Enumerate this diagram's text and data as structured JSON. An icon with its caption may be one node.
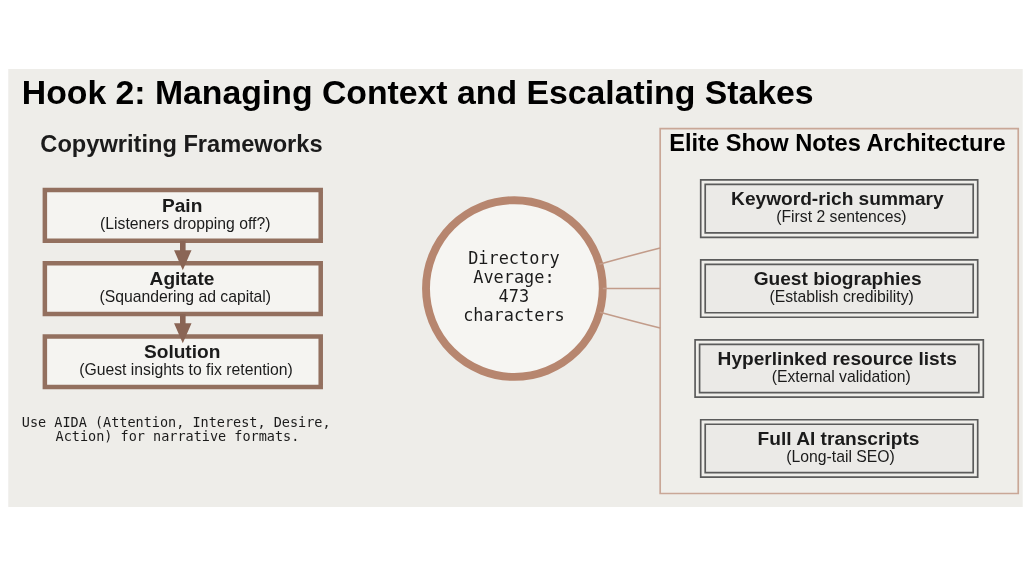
{
  "diagram": {
    "title": "Hook 2: Managing Context and Escalating Stakes",
    "nodes": [
      {
        "text": [
          "Pain",
          "(Listeners dropping off?)"
        ]
      },
      {
        "text": [
          "Agitate",
          "(Squandering ad capital)"
        ]
      },
      {
        "text": [
          "Solution",
          "(Guest insights to fix retention)"
        ]
      },
      {
        "text": [
          "Directory Average: 473 characters"
        ]
      },
      {
        "text": [
          "Elite Show Notes Architecture"
        ]
      },
      {
        "text": [
          "Keyword-rich summary",
          "(First 2 sentences)"
        ],
        "in": 4
      },
      {
        "text": [
          "Guest biographies",
          "(Establish credibility)"
        ],
        "in": 4
      },
      {
        "text": [
          "Hyperlinked resource lists",
          "(External validation)"
        ],
        "in": 4
      },
      {
        "text": [
          "Full AI transcripts",
          "(Long-tail SEO)"
        ],
        "in": 4
      }
    ],
    "edges": [
      {
        "from": 0,
        "to": 1,
        "arrow": "to",
        "style": "thick"
      },
      {
        "from": 1,
        "to": 2,
        "arrow": "to",
        "style": "thick"
      },
      {
        "from": 3,
        "to": 4,
        "arrow": "none"
      },
      {
        "from": 3,
        "to": 4,
        "arrow": "none"
      },
      {
        "from": 3,
        "to": 4,
        "arrow": "none"
      }
    ],
    "labels": [
      "Copywriting Frameworks",
      "Use AIDA (Attention, Interest, Desire, Action) for narrative formats."
    ]
  }
}
